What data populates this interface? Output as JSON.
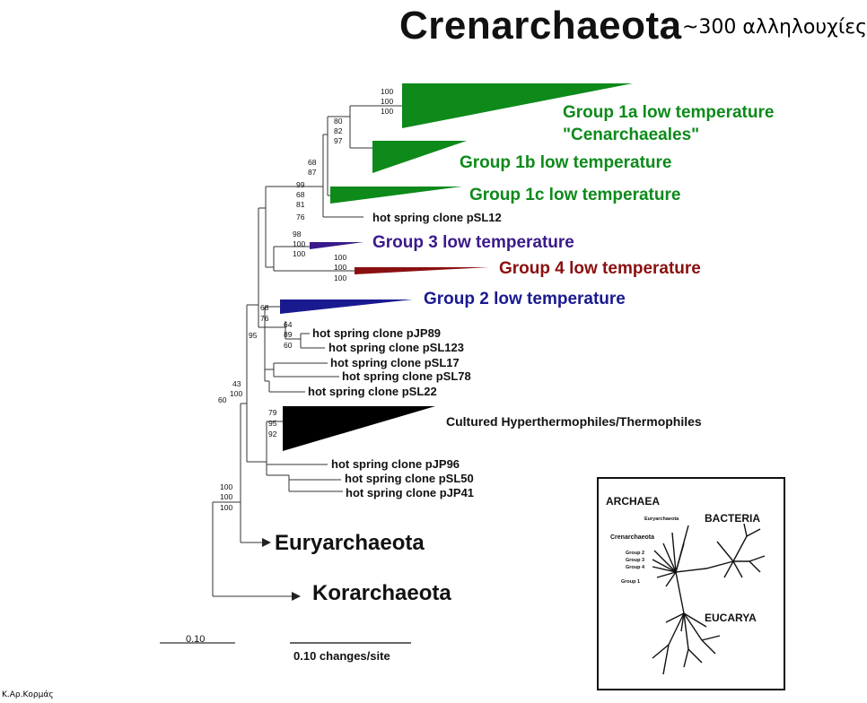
{
  "title": "Crenarchaeota",
  "seq_count": "~300 αλληλουχίες",
  "author": "Κ.Αρ.Κορμάς",
  "groups": {
    "g1a_line1": "Group 1a low temperature",
    "g1a_line2": "\"Cenarchaeales\"",
    "g1b": "Group 1b low temperature",
    "g1c": "Group 1c low temperature",
    "g3": "Group 3 low temperature",
    "g4": "Group 4 low temperature",
    "g2": "Group 2 low temperature",
    "cultured": "Cultured Hyperthermophiles/Thermophiles"
  },
  "clones": {
    "pSL12": "hot spring clone pSL12",
    "pJP89": "hot spring clone pJP89",
    "pSL123": "hot spring clone pSL123",
    "pSL17": "hot spring clone pSL17",
    "pSL78": "hot spring clone pSL78",
    "pSL22": "hot spring clone pSL22",
    "pJP96": "hot spring clone pJP96",
    "pSL50": "hot spring clone pSL50",
    "pJP41": "hot spring clone pJP41"
  },
  "outgroups": {
    "eury": "Euryarchaeota",
    "kor": "Korarchaeota"
  },
  "bootstrap": {
    "b1": "100",
    "b2": "100",
    "b3": "100",
    "b4": "80",
    "b5": "82",
    "b6": "97",
    "b7": "68",
    "b8": "87",
    "b9": "99",
    "b10": "68",
    "b11": "81",
    "b12": "76",
    "b13": "98",
    "b14": "100",
    "b15": "100",
    "b16": "100",
    "b17": "100",
    "b18": "100",
    "b19": "68",
    "b20": "76",
    "b21": "95",
    "b22": "64",
    "b23": "89",
    "b24": "60",
    "b25": "43",
    "b26": "100",
    "b27": "60",
    "b28": "79",
    "b29": "95",
    "b30": "92",
    "b31": "100",
    "b32": "100",
    "b33": "100"
  },
  "scale": {
    "small": "0.10",
    "big": "0.10 changes/site"
  },
  "inset": {
    "archaea": "ARCHAEA",
    "bacteria": "BACTERIA",
    "eucarya": "EUCARYA",
    "eury": "Euryarchaeota",
    "cren": "Crenarchaeota",
    "g2": "Group 2",
    "g3": "Group 3",
    "g4": "Group 4",
    "g1": "Group 1"
  },
  "colors": {
    "group1": "#0d8a1a",
    "group3": "#3a1a8a",
    "group4": "#8a1010",
    "group2": "#1a1a90",
    "cultured": "#000000"
  }
}
